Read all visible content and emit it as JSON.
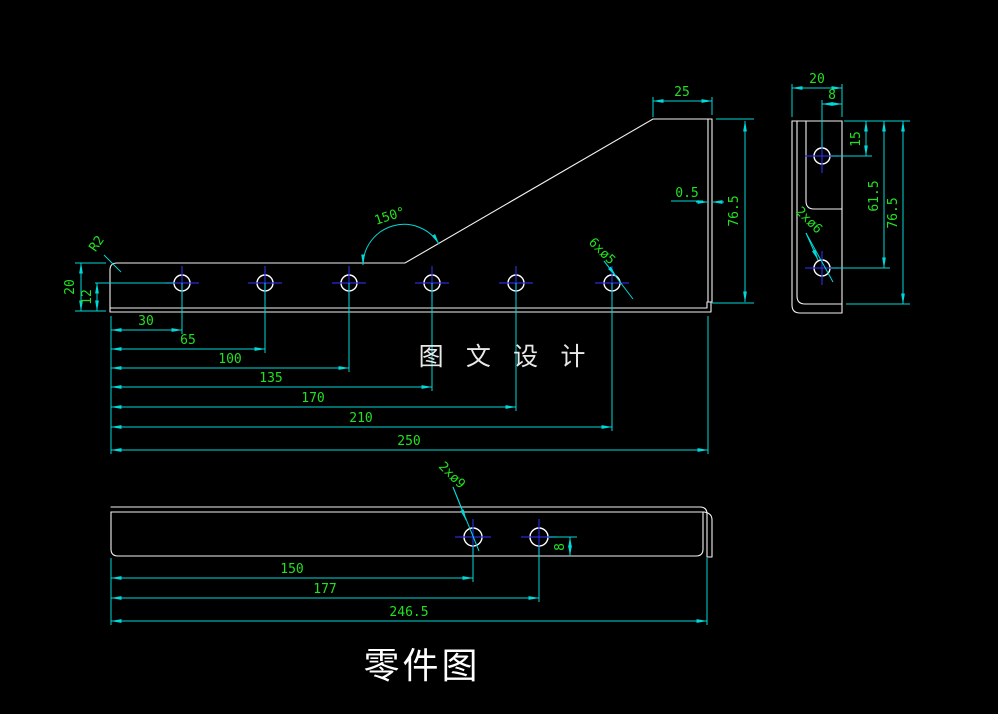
{
  "title": "零件图",
  "watermark": "图 文 设 计",
  "colors": {
    "background": "#000000",
    "outline": "#f2f2f2",
    "dimension_line": "#00d9d9",
    "dimension_text": "#21e021",
    "centerline": "#2a2ad8"
  },
  "front": {
    "fillet": "R2",
    "angle": "150°",
    "flange_top": "25",
    "gap": "0.5",
    "height": "76.5",
    "left_height": "20",
    "hole_offset": "12",
    "holes_note": "6xø5",
    "chain": [
      "30",
      "65",
      "100",
      "135",
      "170",
      "210",
      "250"
    ]
  },
  "side": {
    "width": "20",
    "hole_edge": "8",
    "hole_top": "15",
    "hole_low": "61.5",
    "height": "76.5",
    "holes_note": "2xø6"
  },
  "bottom": {
    "hole1_pos": "150",
    "hole2_pos": "177",
    "length": "246.5",
    "hole_edge": "8",
    "holes_note": "2xø9"
  }
}
